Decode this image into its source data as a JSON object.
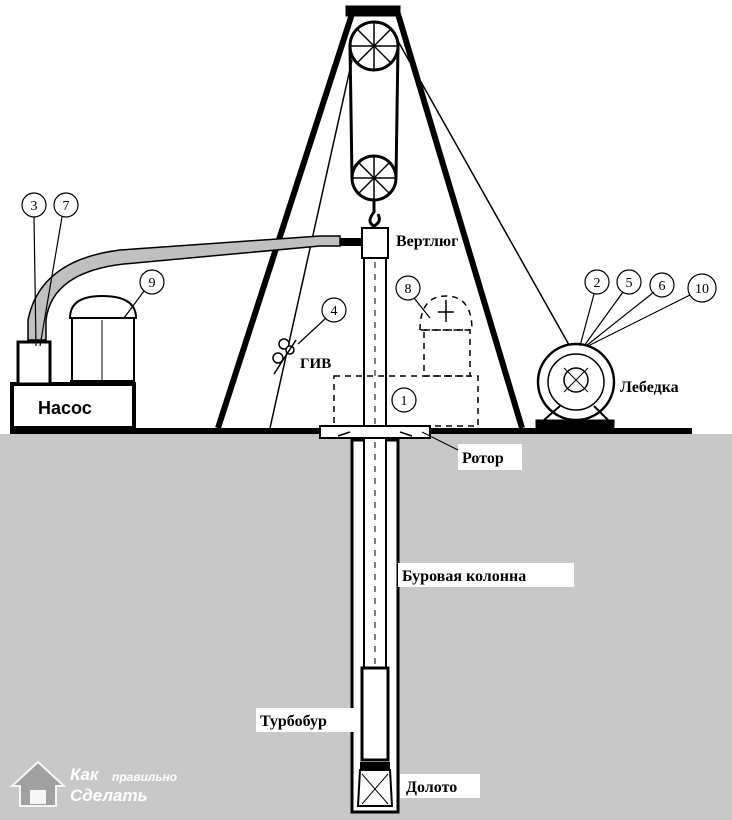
{
  "labels": {
    "pump": "Насос",
    "swivel": "Вертлюг",
    "winch": "Лебедка",
    "rotor": "Ротор",
    "drill_string": "Буровая колонна",
    "turbodrill": "Турбобур",
    "bit": "Долото",
    "giv": "ГИВ"
  },
  "numbers": {
    "n1": "1",
    "n2": "2",
    "n3": "3",
    "n4": "4",
    "n5": "5",
    "n6": "6",
    "n7": "7",
    "n8": "8",
    "n9": "9",
    "n10": "10"
  },
  "watermark": {
    "line1": "Как",
    "line1b": "правильно",
    "line2": "Сделать"
  },
  "colors": {
    "ground": "#c8c8c8",
    "line": "#000000",
    "hose": "#c0c0c0"
  }
}
